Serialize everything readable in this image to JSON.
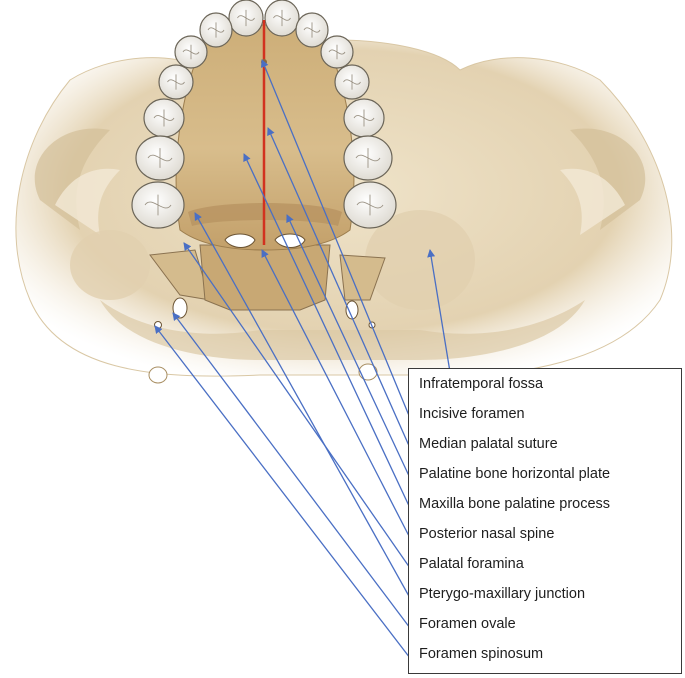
{
  "colors": {
    "bone": "#e8d9bd",
    "bone_shadow": "#c9b28a",
    "palate": "#d9be8e",
    "palate_dark": "#b9975e",
    "tooth": "#f3f1ec",
    "tooth_outline": "#6b6558",
    "suture_line": "#d2321f",
    "leader_line": "#4a6fc4",
    "box_border": "#3a3a3a"
  },
  "labels": [
    {
      "text": "Infratemporal fossa",
      "icon": "arrow-icon"
    },
    {
      "text": "Incisive foramen",
      "icon": "arrow-icon"
    },
    {
      "text": "Median palatal suture",
      "icon": "arrow-icon"
    },
    {
      "text": "Palatine bone horizontal plate",
      "icon": "arrow-icon"
    },
    {
      "text": "Maxilla bone palatine process",
      "icon": "arrow-icon"
    },
    {
      "text": "Posterior nasal spine",
      "icon": "arrow-icon"
    },
    {
      "text": "Palatal foramina",
      "icon": "arrow-icon"
    },
    {
      "text": "Pterygo-maxillary junction",
      "icon": "arrow-icon"
    },
    {
      "text": "Foramen ovale",
      "icon": "arrow-icon"
    },
    {
      "text": "Foramen spinosum",
      "icon": "arrow-icon"
    }
  ]
}
